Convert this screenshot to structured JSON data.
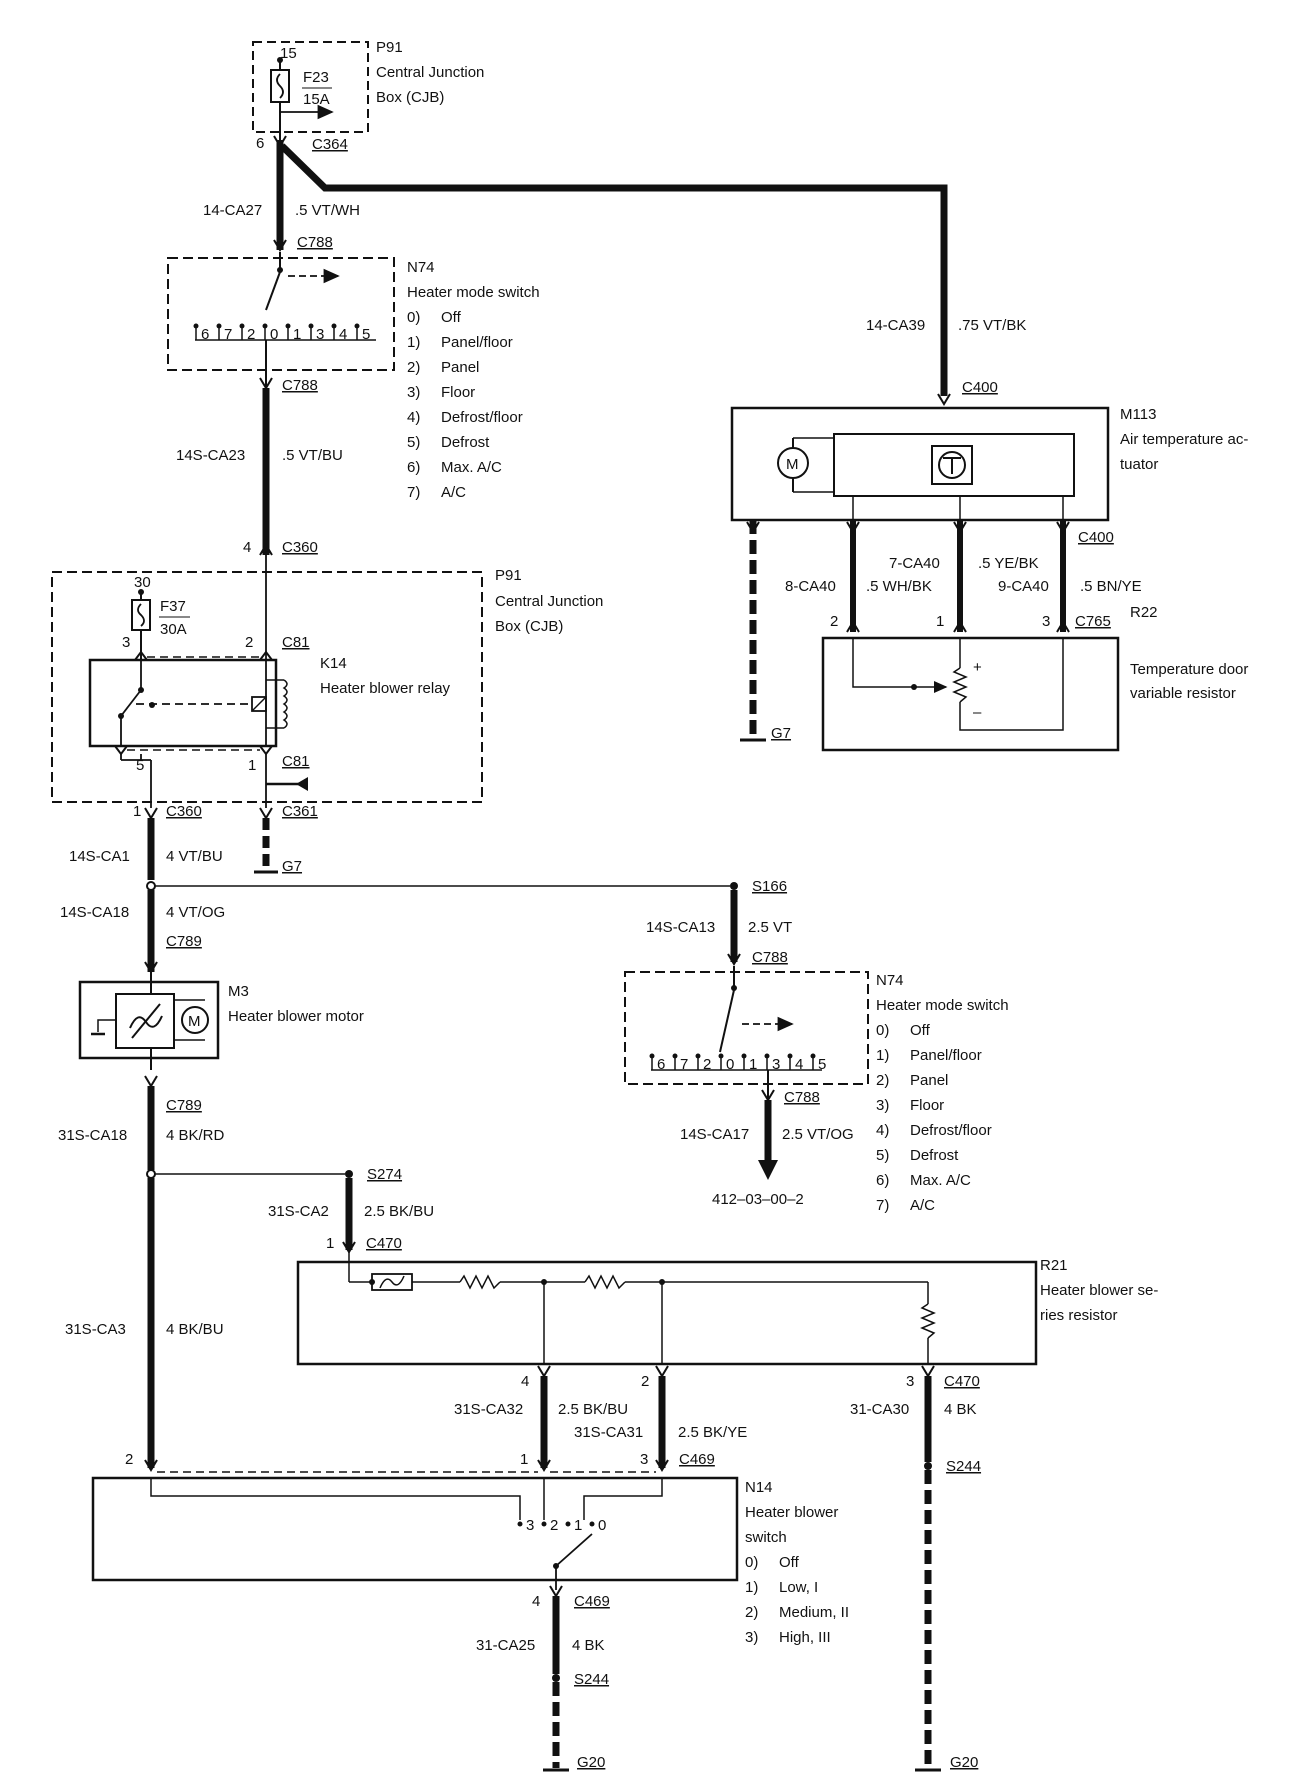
{
  "colors": {
    "ink": "#111111",
    "paper": "#ffffff"
  },
  "p91_top": {
    "id": "P91",
    "name1": "Central Junction",
    "name2": "Box (CJB)",
    "pin_in": "15",
    "fuse": "F23",
    "rating": "15A",
    "pin_out": "6",
    "connector": "C364"
  },
  "wire_ca27": {
    "circuit": "14-CA27",
    "spec": ".5 VT/WH",
    "connector": "C788"
  },
  "n74_top": {
    "id": "N74",
    "name": "Heater mode switch",
    "positions": [
      "0)",
      "1)",
      "2)",
      "3)",
      "4)",
      "5)",
      "6)",
      "7)"
    ],
    "position_names": [
      "Off",
      "Panel/floor",
      "Panel",
      "Floor",
      "Defrost/floor",
      "Defrost",
      "Max. A/C",
      "A/C"
    ],
    "contacts": [
      "6",
      "7",
      "2",
      "0",
      "1",
      "3",
      "4",
      "5"
    ],
    "connector_out": "C788"
  },
  "wire_ca23": {
    "circuit": "14S-CA23",
    "spec": ".5 VT/BU",
    "pin": "4",
    "connector": "C360"
  },
  "wire_ca39": {
    "circuit": "14-CA39",
    "spec": ".75 VT/BK",
    "connector": "C400"
  },
  "m113": {
    "id": "M113",
    "name1": "Air temperature ac-",
    "name2": "tuator",
    "connector": "C400"
  },
  "wire_ca40_8": {
    "circuit": "8-CA40",
    "spec": ".5 WH/BK",
    "pin": "2"
  },
  "wire_ca40_7": {
    "circuit": "7-CA40",
    "spec": ".5 YE/BK",
    "pin": "1"
  },
  "wire_ca40_9": {
    "circuit": "9-CA40",
    "spec": ".5 BN/YE",
    "pin": "3"
  },
  "r22": {
    "id": "R22",
    "name1": "Temperature door",
    "name2": "variable resistor",
    "connector": "C765",
    "plus": "+",
    "minus": "–"
  },
  "ground_g7_right": "G7",
  "p91_mid": {
    "id": "P91",
    "name1": "Central Junction",
    "name2": "Box (CJB)",
    "fuse_pin": "30",
    "fuse": "F37",
    "rating": "30A",
    "pin3": "3",
    "pin2": "2",
    "c81_top": "C81",
    "pin5": "5",
    "pin1": "1",
    "c81_bot": "C81"
  },
  "k14": {
    "id": "K14",
    "name": "Heater blower relay"
  },
  "wire_ca1": {
    "pin": "1",
    "connector": "C360",
    "circuit": "14S-CA1",
    "spec": "4 VT/BU"
  },
  "c361": {
    "connector": "C361",
    "ground": "G7"
  },
  "s166": {
    "splice": "S166",
    "circuit": "14S-CA13",
    "spec": "2.5 VT",
    "connector": "C788"
  },
  "n74_bottom": {
    "id": "N74",
    "name": "Heater mode switch",
    "positions": [
      "0)",
      "1)",
      "2)",
      "3)",
      "4)",
      "5)",
      "6)",
      "7)"
    ],
    "position_names": [
      "Off",
      "Panel/floor",
      "Panel",
      "Floor",
      "Defrost/floor",
      "Defrost",
      "Max. A/C",
      "A/C"
    ],
    "contacts": [
      "6",
      "7",
      "2",
      "0",
      "1",
      "3",
      "4",
      "5"
    ],
    "connector_out": "C788"
  },
  "wire_ca17": {
    "circuit": "14S-CA17",
    "spec": "2.5 VT/OG",
    "ref": "412–03–00–2"
  },
  "wire_ca18": {
    "circuit": "14S-CA18",
    "spec": "4 VT/OG",
    "connector": "C789"
  },
  "m3": {
    "id": "M3",
    "name": "Heater blower motor",
    "motor": "M",
    "connector": "C789"
  },
  "wire_31ca18": {
    "circuit": "31S-CA18",
    "spec": "4 BK/RD"
  },
  "s274": {
    "splice": "S274",
    "circuit": "31S-CA2",
    "spec": "2.5 BK/BU",
    "pin": "1",
    "connector": "C470"
  },
  "r21": {
    "id": "R21",
    "name1": "Heater blower se-",
    "name2": "ries resistor"
  },
  "wire_ca3": {
    "circuit": "31S-CA3",
    "spec": "4 BK/BU"
  },
  "wire_ca32": {
    "pin_top": "4",
    "circuit": "31S-CA32",
    "spec": "2.5 BK/BU",
    "pin_bot": "1"
  },
  "wire_ca31": {
    "pin_top": "2",
    "circuit": "31S-CA31",
    "spec": "2.5 BK/YE",
    "pin_bot": "3",
    "connector": "C469"
  },
  "wire_ca30": {
    "pin": "3",
    "connector": "C470",
    "circuit": "31-CA30",
    "spec": "4 BK",
    "splice": "S244",
    "ground": "G20"
  },
  "n14": {
    "id": "N14",
    "name1": "Heater blower",
    "name2": "switch",
    "pin_left": "2",
    "contacts": [
      "3",
      "2",
      "1",
      "0"
    ],
    "positions": [
      "0)",
      "1)",
      "2)",
      "3)"
    ],
    "position_names": [
      "Off",
      "Low, I",
      "Medium, II",
      "High, III"
    ]
  },
  "wire_ca25": {
    "pin": "4",
    "connector": "C469",
    "circuit": "31-CA25",
    "spec": "4 BK",
    "splice": "S244",
    "ground": "G20"
  }
}
